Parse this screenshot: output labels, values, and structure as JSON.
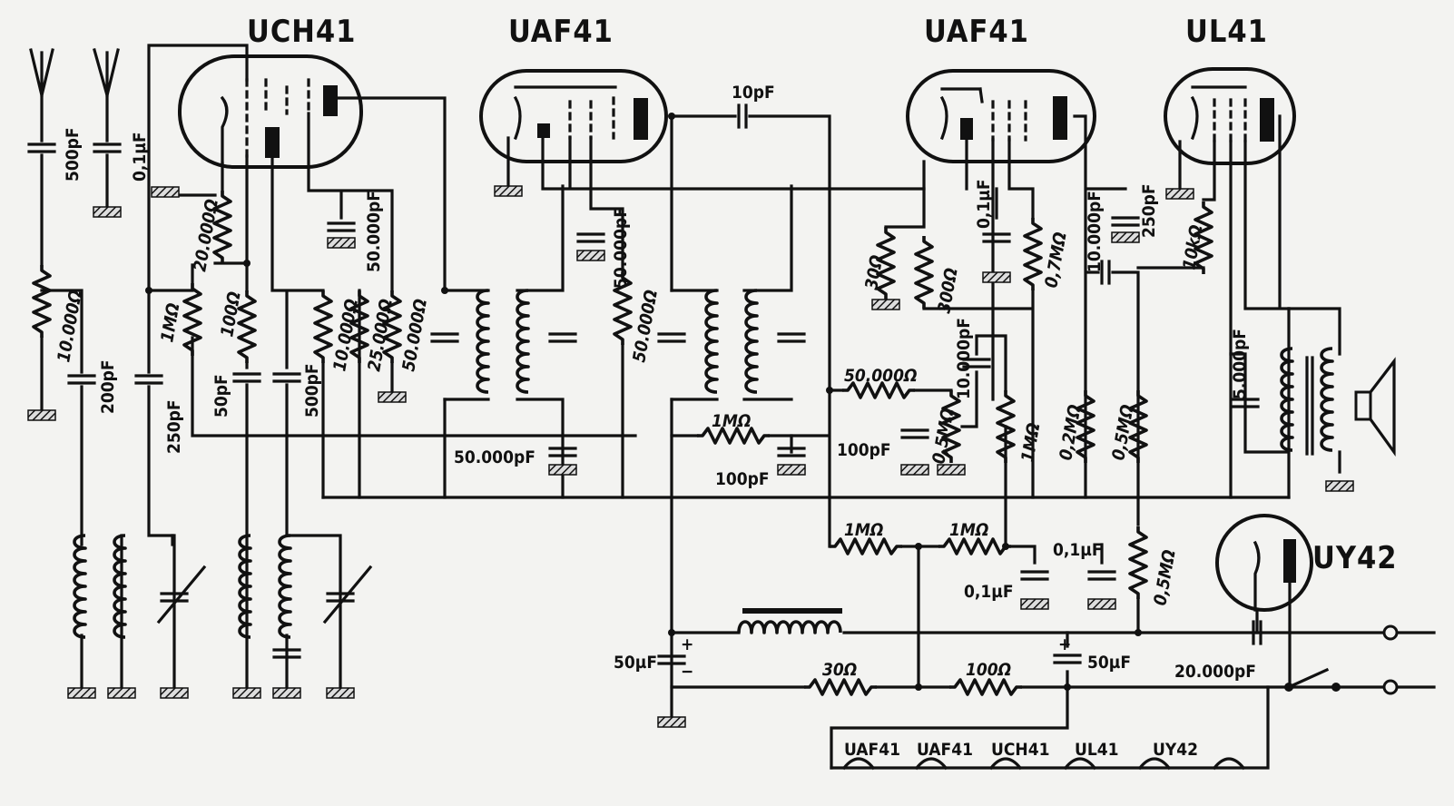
{
  "tubes": {
    "mixer": "UCH41",
    "if_amp": "UAF41",
    "af_amp": "UAF41",
    "output": "UL41",
    "rectifier": "UY42"
  },
  "heater_chain": [
    "UAF41",
    "UAF41",
    "UCH41",
    "UL41",
    "UY42"
  ],
  "labels": {
    "c_ant1": "500pF",
    "c_ant2": "0,1µF",
    "r_ant": "10.000Ω",
    "c_200": "200pF",
    "c_250": "250pF",
    "r_1m_osc": "1MΩ",
    "r_20k": "20.000Ω",
    "r_100": "100Ω",
    "c_50p": "50pF",
    "c_500p": "500pF",
    "r_10k": "10.000Ω",
    "r_25k": "25.000Ω",
    "r_50k_a": "50.000Ω",
    "c_50n_a": "50.000pF",
    "c_10p": "10pF",
    "c_50n_b": "50.000pF",
    "r_50k_b": "50.000Ω",
    "c_50n_c": "50.000pF",
    "r_1m_det": "1MΩ",
    "c_100p_a": "100pF",
    "r_50k_c": "50.000Ω",
    "c_100p_b": "100pF",
    "pot_05m": "0,5MΩ",
    "c_10n_a": "10.000pF",
    "r_30": "30Ω",
    "r_300": "300Ω",
    "c_01u_a": "0,1µF",
    "r_07m": "0,7MΩ",
    "r_1m_b": "1MΩ",
    "c_10n_b": "10.000pF",
    "c_250p": "250pF",
    "r_10k_b": "10kΩ",
    "r_02m": "0,2MΩ",
    "r_05m_a": "0,5MΩ",
    "c_5n": "5.000pF",
    "r_1m_c": "1MΩ",
    "r_1m_d": "1MΩ",
    "c_01u_b": "0,1µF",
    "c_01u_c": "0,1µF",
    "r_05m_b": "0,5MΩ",
    "c_50u_a": "50µF",
    "r_30_b": "30Ω",
    "r_100_b": "100Ω",
    "c_50u_b": "50µF",
    "c_20n": "20.000pF",
    "plus": "+",
    "minus": "−"
  },
  "colors": {
    "ink": "#111111",
    "paper": "#f3f3f1"
  }
}
